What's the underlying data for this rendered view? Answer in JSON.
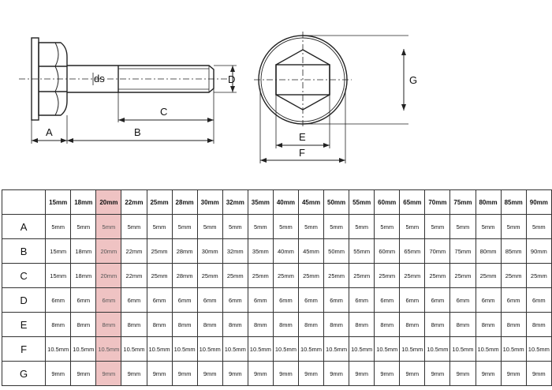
{
  "drawing": {
    "labels": {
      "A": "A",
      "B": "B",
      "C": "C",
      "D": "D",
      "ds": "ds",
      "E": "E",
      "F": "F",
      "G": "G"
    }
  },
  "table": {
    "highlight_color": "#efc3c3",
    "highlight_column": 2,
    "sizes": [
      "15mm",
      "18mm",
      "20mm",
      "22mm",
      "25mm",
      "28mm",
      "30mm",
      "32mm",
      "35mm",
      "40mm",
      "45mm",
      "50mm",
      "55mm",
      "60mm",
      "65mm",
      "70mm",
      "75mm",
      "80mm",
      "85mm",
      "90mm"
    ],
    "rows": [
      {
        "label": "A",
        "values": [
          "5mm",
          "5mm",
          "5mm",
          "5mm",
          "5mm",
          "5mm",
          "5mm",
          "5mm",
          "5mm",
          "5mm",
          "5mm",
          "5mm",
          "5mm",
          "5mm",
          "5mm",
          "5mm",
          "5mm",
          "5mm",
          "5mm",
          "5mm"
        ]
      },
      {
        "label": "B",
        "values": [
          "15mm",
          "18mm",
          "20mm",
          "22mm",
          "25mm",
          "28mm",
          "30mm",
          "32mm",
          "35mm",
          "40mm",
          "45mm",
          "50mm",
          "55mm",
          "60mm",
          "65mm",
          "70mm",
          "75mm",
          "80mm",
          "85mm",
          "90mm"
        ]
      },
      {
        "label": "C",
        "values": [
          "15mm",
          "18mm",
          "20mm",
          "22mm",
          "25mm",
          "28mm",
          "25mm",
          "25mm",
          "25mm",
          "25mm",
          "25mm",
          "25mm",
          "25mm",
          "25mm",
          "25mm",
          "25mm",
          "25mm",
          "25mm",
          "25mm",
          "25mm"
        ]
      },
      {
        "label": "D",
        "values": [
          "6mm",
          "6mm",
          "6mm",
          "6mm",
          "6mm",
          "6mm",
          "6mm",
          "6mm",
          "6mm",
          "6mm",
          "6mm",
          "6mm",
          "6mm",
          "6mm",
          "6mm",
          "6mm",
          "6mm",
          "6mm",
          "6mm",
          "6mm"
        ]
      },
      {
        "label": "E",
        "values": [
          "8mm",
          "8mm",
          "8mm",
          "8mm",
          "8mm",
          "8mm",
          "8mm",
          "8mm",
          "8mm",
          "8mm",
          "8mm",
          "8mm",
          "8mm",
          "8mm",
          "8mm",
          "8mm",
          "8mm",
          "8mm",
          "8mm",
          "8mm"
        ]
      },
      {
        "label": "F",
        "values": [
          "10.5mm",
          "10.5mm",
          "10.5mm",
          "10.5mm",
          "10.5mm",
          "10.5mm",
          "10.5mm",
          "10.5mm",
          "10.5mm",
          "10.5mm",
          "10.5mm",
          "10.5mm",
          "10.5mm",
          "10.5mm",
          "10.5mm",
          "10.5mm",
          "10.5mm",
          "10.5mm",
          "10.5mm",
          "10.5mm"
        ]
      },
      {
        "label": "G",
        "values": [
          "9mm",
          "9mm",
          "9mm",
          "9mm",
          "9mm",
          "9mm",
          "9mm",
          "9mm",
          "9mm",
          "9mm",
          "9mm",
          "9mm",
          "9mm",
          "9mm",
          "9mm",
          "9mm",
          "9mm",
          "9mm",
          "9mm",
          "9mm"
        ]
      }
    ]
  }
}
